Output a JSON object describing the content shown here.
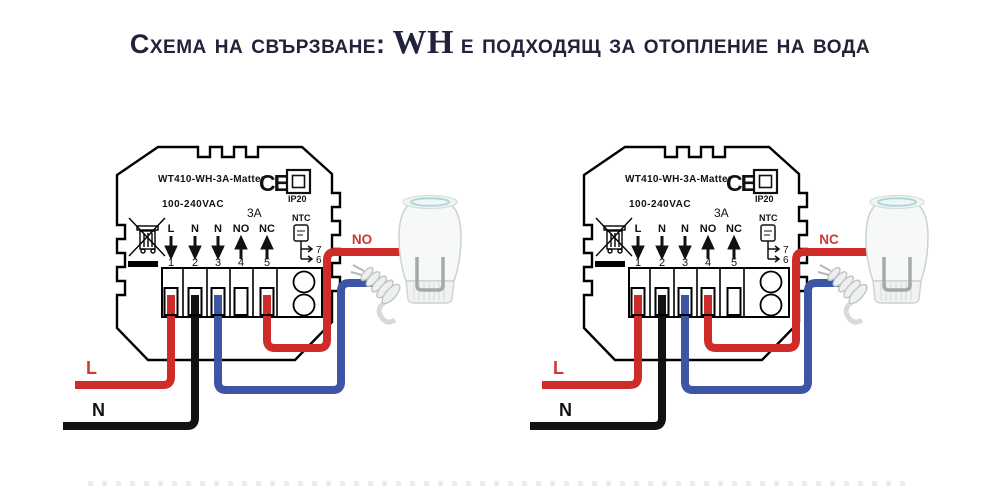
{
  "title": {
    "prefix": "Схема на свързване:",
    "wh": "WH",
    "suffix": "е подходящ за отоплениe на вода"
  },
  "colors": {
    "live_wire": "#cf2b28",
    "neutral_wire": "#121212",
    "valve_wire": "#3c55a5",
    "label_red": "#cd3938",
    "title_text": "#22223a"
  },
  "diagrams": [
    {
      "model": "WT410-WH-3A-Matter",
      "voltage": "100-240VAC",
      "ce_mark": "CE",
      "ip_rating": "IP20",
      "current_rating": "3A",
      "sensor_label": "NTC",
      "sensor_pin_top": "7",
      "sensor_pin_bottom": "6",
      "terminal_labels": [
        "L",
        "N",
        "N",
        "NO",
        "NC"
      ],
      "terminal_numbers": [
        "1",
        "2",
        "3",
        "4",
        "5"
      ],
      "live_label": "L",
      "neutral_label": "N",
      "valve_wire_label": "NO"
    },
    {
      "model": "WT410-WH-3A-Matter",
      "voltage": "100-240VAC",
      "ce_mark": "CE",
      "ip_rating": "IP20",
      "current_rating": "3A",
      "sensor_label": "NTC",
      "sensor_pin_top": "7",
      "sensor_pin_bottom": "6",
      "terminal_labels": [
        "L",
        "N",
        "N",
        "NO",
        "NC"
      ],
      "terminal_numbers": [
        "1",
        "2",
        "3",
        "4",
        "5"
      ],
      "live_label": "L",
      "neutral_label": "N",
      "valve_wire_label": "NC"
    }
  ]
}
